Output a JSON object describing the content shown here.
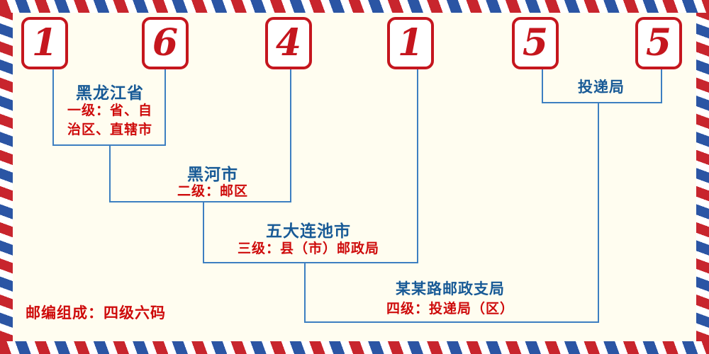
{
  "theme": {
    "bg": "#FFFDF0",
    "red": "#C5161E",
    "text-red": "#CE0B0B",
    "blue": "#185A96",
    "line-blue": "#3D7FC1",
    "stripe-red": "#C8252D",
    "stripe-blue": "#2B55A4"
  },
  "postal_code": {
    "digits": [
      "1",
      "6",
      "4",
      "1",
      "5",
      "5"
    ]
  },
  "levels": [
    {
      "name": "黑龙江省",
      "desc": "一级：省、自治区、直辖市"
    },
    {
      "name": "黑河市",
      "desc": "二级：邮区"
    },
    {
      "name": "五大连池市",
      "desc": "三级：县（市）邮政局"
    },
    {
      "name": "某某路邮政支局",
      "desc": "四级：投递局（区）"
    }
  ],
  "delivery": {
    "label": "投递局"
  },
  "footer": {
    "note": "邮编组成：四级六码"
  }
}
